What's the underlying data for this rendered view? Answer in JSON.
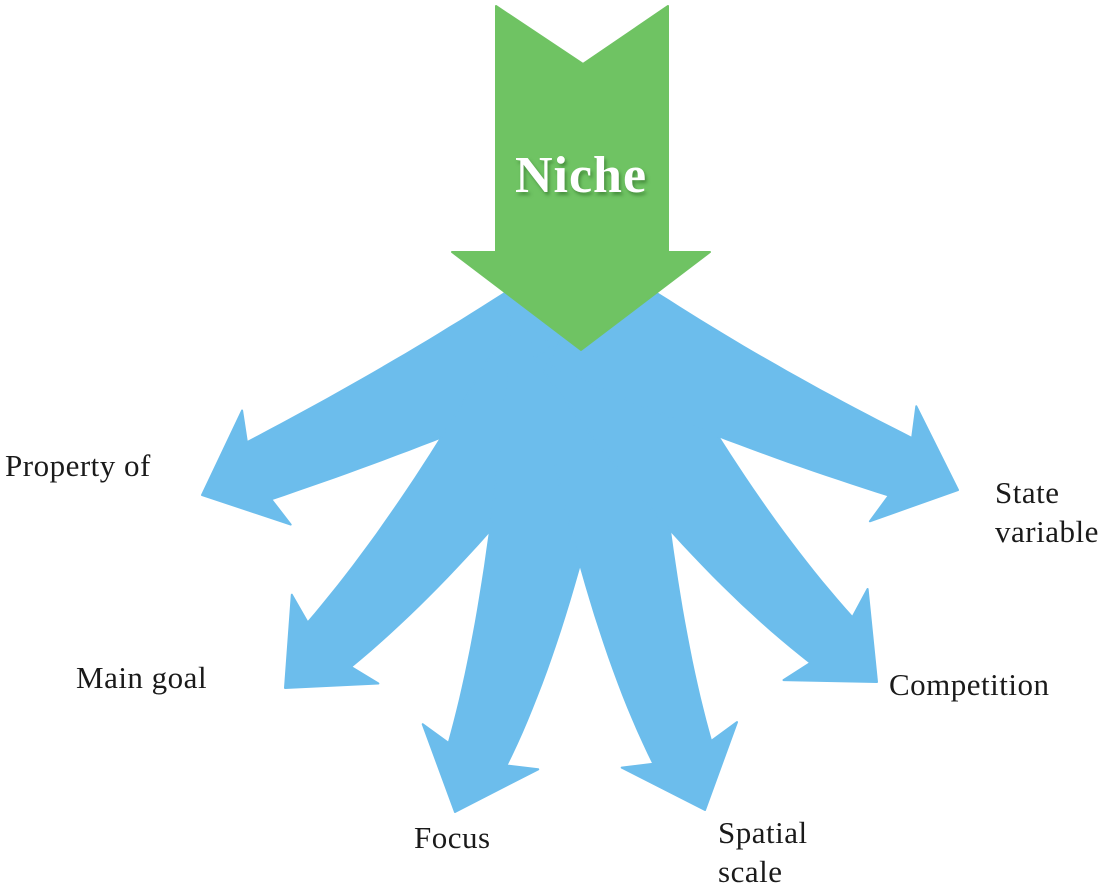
{
  "diagram": {
    "source": {
      "label": "Niche"
    },
    "branches": [
      {
        "id": "property-of",
        "label": "Property of"
      },
      {
        "id": "main-goal",
        "label": "Main goal"
      },
      {
        "id": "focus",
        "label": "Focus"
      },
      {
        "id": "spatial-scale",
        "label": "Spatial\nscale"
      },
      {
        "id": "competition",
        "label": "Competition"
      },
      {
        "id": "state-variable",
        "label": "State\nvariable"
      }
    ],
    "colors": {
      "source_arrow": "#6fc363",
      "branch_arrow": "#6cbdec",
      "label_text": "#1a1a1a",
      "title_text": "#ffffff",
      "background": "#ffffff"
    }
  }
}
